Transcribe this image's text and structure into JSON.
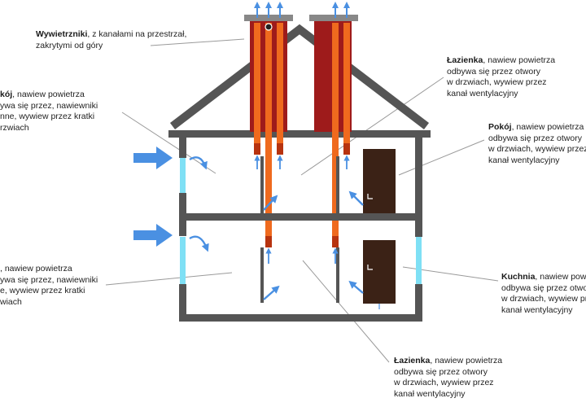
{
  "colors": {
    "wall": "#555555",
    "roof": "#555555",
    "chimney_red": "#9e1b1b",
    "duct_orange": "#ef6a1e",
    "duct_dark": "#b7330f",
    "airflow_blue": "#4a90e2",
    "window_glass": "#7fe0f5",
    "door": "#3b2216",
    "leader_line": "#9a9a9a"
  },
  "icons": [
    "airflow-arrow-icon",
    "curved-airflow-arrow-icon",
    "door-icon",
    "window-icon"
  ],
  "labels": {
    "wywietrzniki": {
      "title": "Wywietrzniki",
      "lines": [
        ", z kanałami na przestrzał,",
        "zakrytymi od góry"
      ]
    },
    "lazienka_top": {
      "title": "Łazienka",
      "lines": [
        ", nawiew powietrza",
        "odbywa się przez otwory",
        "w drzwiach, wywiew przez",
        "kanał wentylacyjny"
      ]
    },
    "pokoj_left": {
      "title": "kój",
      "lines": [
        ", nawiew powietrza",
        "ywa się przez, nawiewniki",
        "nne, wywiew przez kratki",
        "rzwiach"
      ]
    },
    "pokoj_right": {
      "title": "Pokój",
      "lines": [
        ", nawiew powietrza",
        "odbywa się przez otwory",
        "w drzwiach, wywiew przez",
        "kanał wentylacyjny"
      ]
    },
    "ground_left": {
      "title": "",
      "lines": [
        ", nawiew powietrza",
        "ywa się przez, nawiewniki",
        "e, wywiew przez kratki",
        "wiach"
      ]
    },
    "kuchnia": {
      "title": "Kuchnia",
      "lines": [
        ", nawiew powietrza",
        "odbywa się przez otwory",
        "w drzwiach, wywiew przez",
        "kanał wentylacyjny"
      ]
    },
    "lazienka_bottom": {
      "title": "Łazienka",
      "lines": [
        ", nawiew powietrza",
        "odbywa się przez otwory",
        "w drzwiach, wywiew przez",
        "kanał wentylacyjny"
      ]
    }
  }
}
